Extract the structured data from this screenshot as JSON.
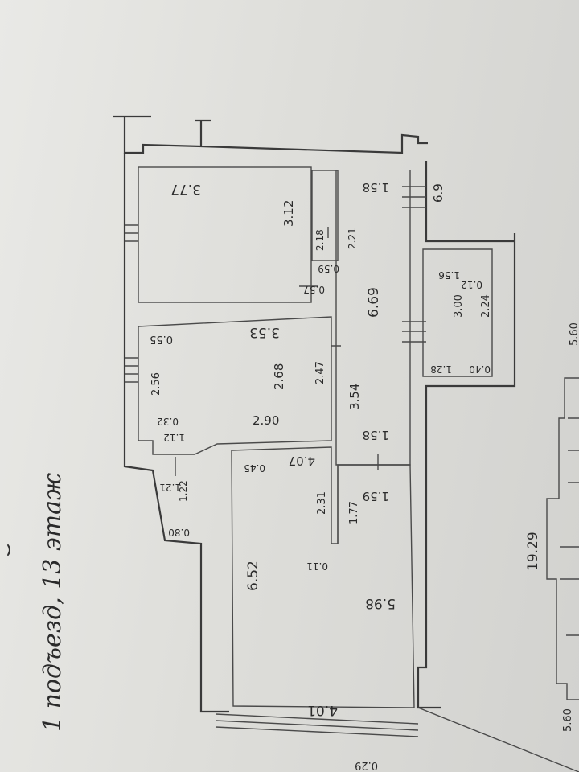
{
  "handwritten_note": "1 подъезд, 13 этаж",
  "rooms": {
    "room_top": {
      "length": "3.77",
      "width": "3.12"
    },
    "closet": {
      "depth": "2.18",
      "depth2": "2.21",
      "width": "0.59",
      "width2": "0.57"
    },
    "corridor": {
      "length": "6.69",
      "end_a": "1.58",
      "end_b": "1.58",
      "mid": "3.54",
      "mid2": "2.47"
    },
    "room_middle": {
      "length": "3.53",
      "width": "2.68",
      "width_bottom": "2.90",
      "corner_a": "0.55",
      "corner_b": "0.32",
      "corner_c": "1.12",
      "side": "2.56"
    },
    "vestibule": {
      "a": "1.21",
      "b": "1.22",
      "c": "0.80"
    },
    "kitchen": {
      "length": "6.52",
      "width": "4.01",
      "width_top": "4.07",
      "corner": "0.45",
      "recess": "2.31"
    },
    "bathroom": {
      "width": "1.59",
      "length": "1.77",
      "wall": "0.11"
    },
    "hall_right": {
      "length": "5.98"
    },
    "loggia": {
      "length": "3.00",
      "length2": "2.24",
      "a": "1.56",
      "b": "0.12",
      "c": "1.28",
      "d": "0.40"
    },
    "stair_gap": {
      "value": "6.9"
    }
  },
  "building": {
    "width": "19.29",
    "side_a": "5.60",
    "side_b": "5.60"
  },
  "edge_fragment": "0.29"
}
